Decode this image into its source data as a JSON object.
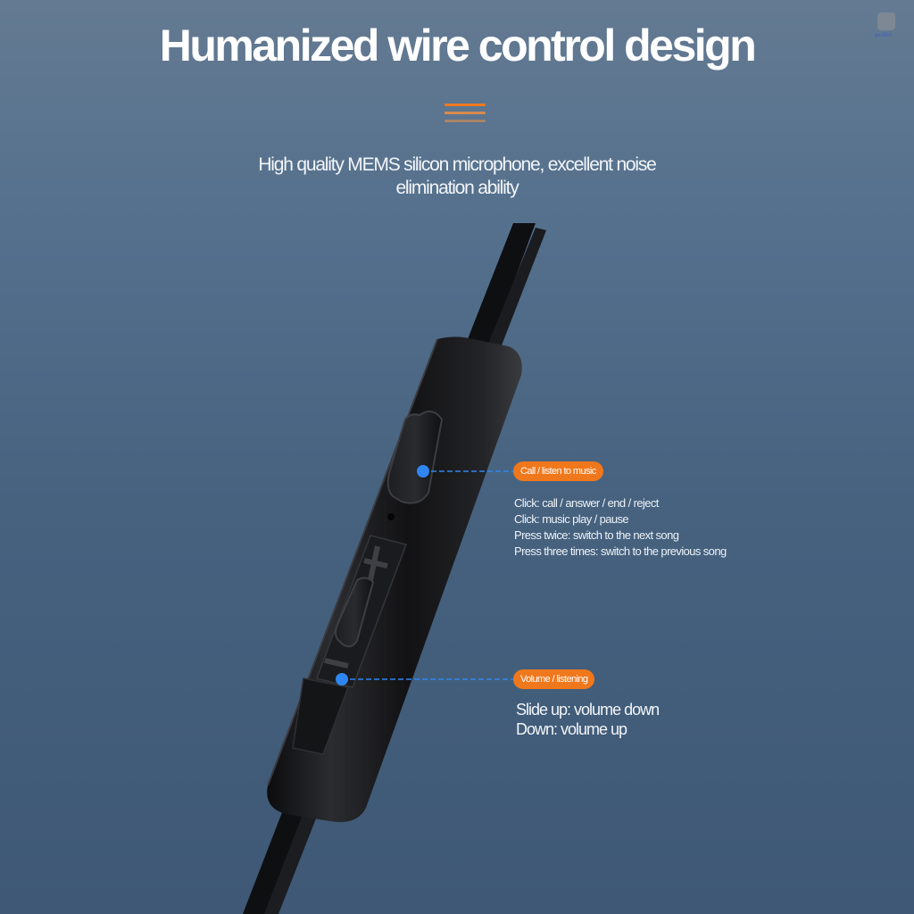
{
  "header": {
    "title": "Humanized wire control design",
    "subtitle_lines": [
      "High quality MEMS silicon microphone, excellent noise",
      "elimination ability"
    ]
  },
  "divider_colors": [
    "#f07a1e",
    "#d98a4e",
    "#a9846a"
  ],
  "brand": {
    "logo_text": "youfish"
  },
  "callouts": [
    {
      "badge": "Call / listen to music",
      "lines": [
        "Click: call / answer / end / reject",
        "Click: music play / pause",
        "Press twice: switch to the next song",
        "Press three times: switch to the previous song"
      ]
    },
    {
      "badge": "Volume / listening",
      "lines": [
        "Slide up: volume down",
        "Down: volume up"
      ]
    }
  ],
  "colors": {
    "accent": "#f0781c",
    "pointer": "#2f86f0",
    "background": "#46627f"
  }
}
